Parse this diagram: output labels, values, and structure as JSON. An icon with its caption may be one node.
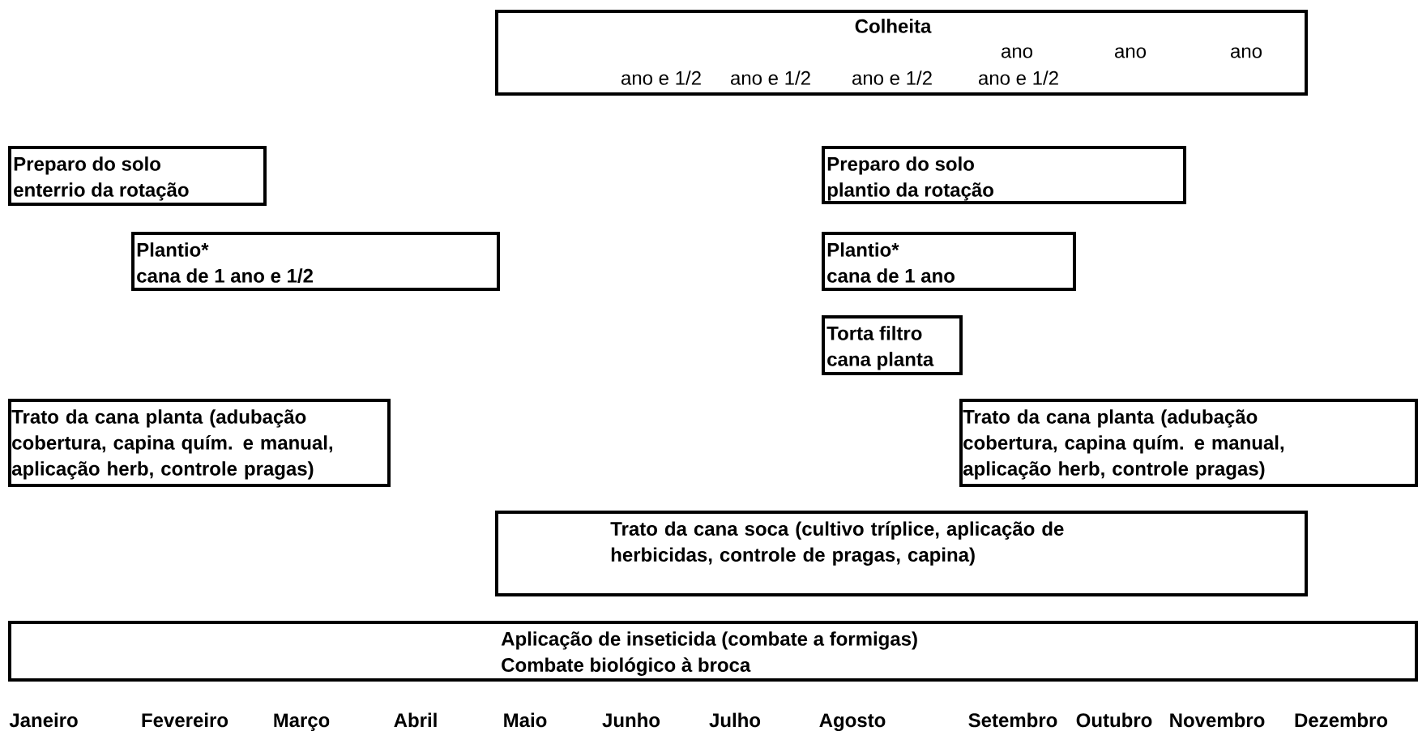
{
  "diagram": {
    "nodes": [
      {
        "text": [
          "Colheita",
          "ano",
          "ano",
          "ano",
          "ano e 1/2",
          "ano e 1/2",
          "ano e 1/2",
          "ano e 1/2"
        ]
      },
      {
        "text": [
          "Preparo do solo",
          "enterrio da rotação"
        ]
      },
      {
        "text": [
          "Preparo do solo",
          "plantio da rotação"
        ]
      },
      {
        "text": [
          "Plantio*",
          "cana de 1 ano e 1/2"
        ]
      },
      {
        "text": [
          "Plantio*",
          "cana de 1 ano"
        ]
      },
      {
        "text": [
          "Torta filtro",
          "cana planta"
        ]
      },
      {
        "text": [
          "Trato da cana planta (adubação cobertura, capina quím. e manual, aplicação herb, controle pragas)"
        ]
      },
      {
        "text": [
          "Trato da cana planta (adubação cobertura, capina quím. e manual, aplicação herb, controle pragas)"
        ]
      },
      {
        "text": [
          "Trato da cana soca (cultivo tríplice, aplicação de herbicidas, controle de pragas, capina)"
        ]
      },
      {
        "text": [
          "Aplicação de inseticida (combate a formigas)",
          "Combate biológico à broca"
        ]
      }
    ],
    "labels": [
      "Janeiro",
      "Fevereiro",
      "Março",
      "Abril",
      "Maio",
      "Junho",
      "Julho",
      "Agosto",
      "Setembro",
      "Outubro",
      "Novembro",
      "Dezembro"
    ]
  }
}
